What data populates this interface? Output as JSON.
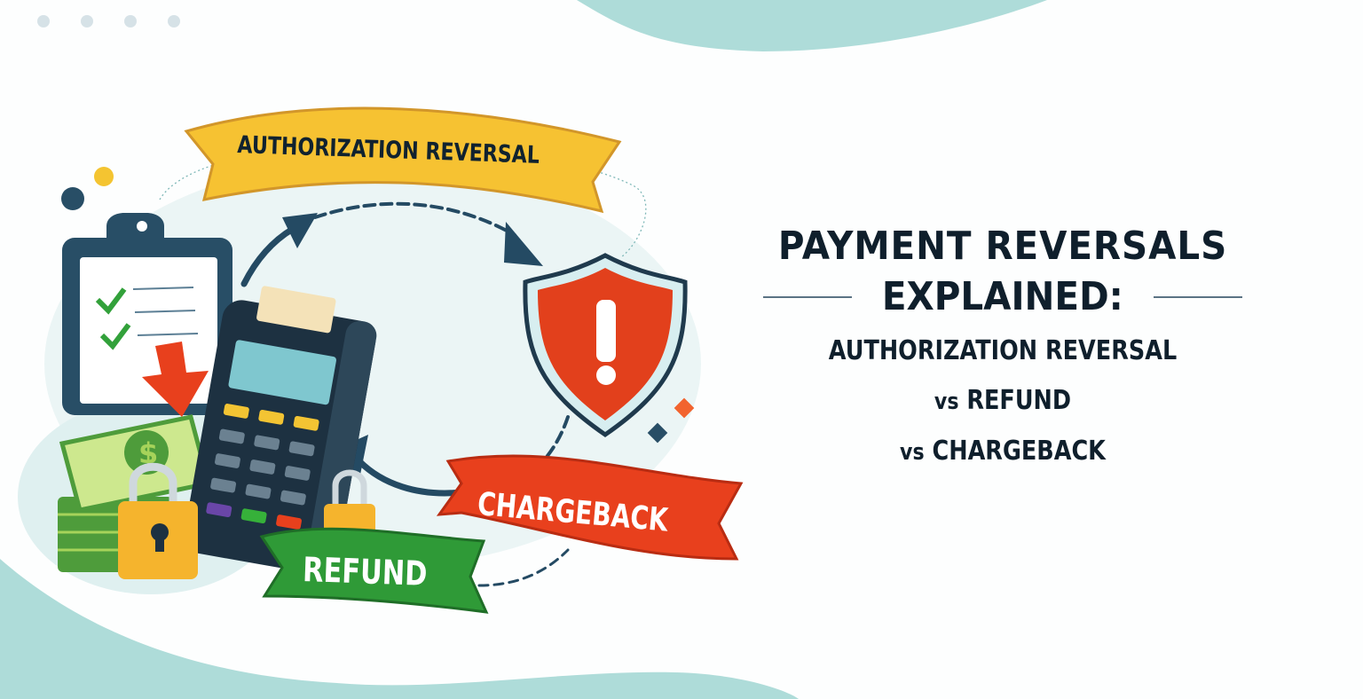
{
  "header": {
    "decorative_dots": 4
  },
  "title": {
    "line1": "PAYMENT REVERSALS",
    "line2": "EXPLAINED:",
    "sub1": "AUTHORIZATION REVERSAL",
    "sub2_vs": "vs",
    "sub2": "REFUND",
    "sub3_vs": "vs",
    "sub3": "CHARGEBACK"
  },
  "illustration": {
    "banners": [
      {
        "label": "AUTHORIZATION REVERSAL",
        "color": "#f6c232",
        "text_color": "#10222f"
      },
      {
        "label": "CHARGEBACK",
        "color": "#e8401d",
        "text_color": "#ffffff"
      },
      {
        "label": "REFUND",
        "color": "#2f9a37",
        "text_color": "#ffffff"
      }
    ],
    "icons": [
      "clipboard-checklist-icon",
      "payment-terminal-icon",
      "cash-stack-icon",
      "padlock-icon",
      "shield-alert-icon",
      "cycle-arrows-icon"
    ]
  },
  "colors": {
    "navy": "#10222f",
    "teal_blob": "#aedcd9",
    "dark_slate": "#1f3a4d",
    "yellow": "#f6c232",
    "red": "#e8401d",
    "green": "#2f9a37"
  }
}
